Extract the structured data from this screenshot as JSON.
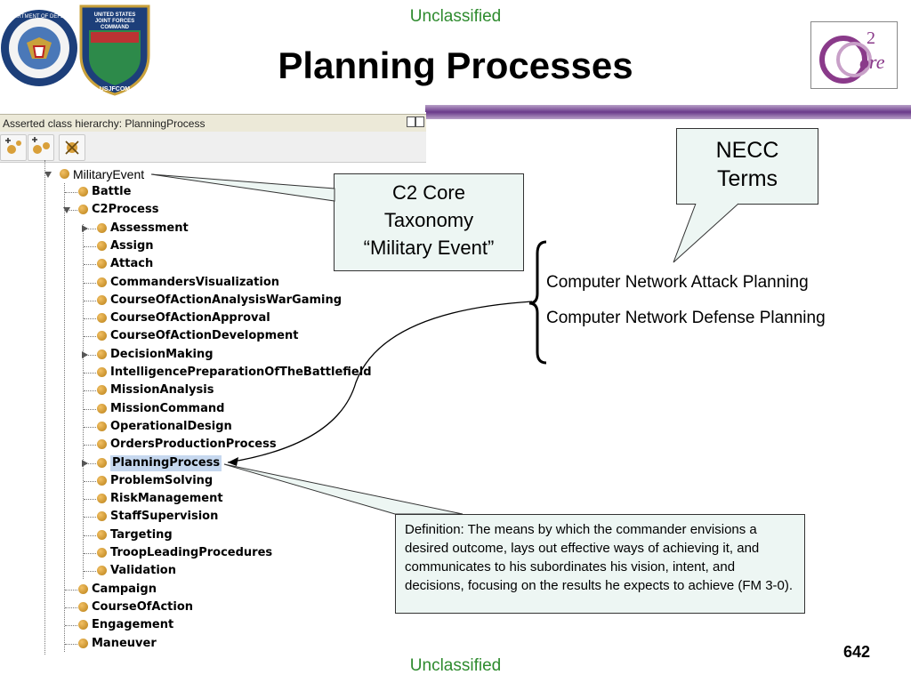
{
  "header": {
    "classification_top": "Unclassified",
    "title": "Planning Processes",
    "logo_dod_label": "DEPARTMENT OF DEFENSE · UNITED STATES OF AMERICA",
    "logo_jfcom_label": "UNITED STATES JOINT FORCES COMMAND",
    "logo_jfcom_bottom": "USJFCOM",
    "logo_c2core_label": "C2 Core"
  },
  "ontology_panel": {
    "header_title": "Asserted class hierarchy: PlanningProcess",
    "root": "MilitaryEvent",
    "level1_before": [
      "Battle"
    ],
    "c2process": "C2Process",
    "c2process_children": [
      "Assessment",
      "Assign",
      "Attach",
      "CommandersVisualization",
      "CourseOfActionAnalysisWarGaming",
      "CourseOfActionApproval",
      "CourseOfActionDevelopment",
      "DecisionMaking",
      "IntelligencePreparationOfTheBattlefield",
      "MissionAnalysis",
      "MissionCommand",
      "OperationalDesign",
      "OrdersProductionProcess",
      "PlanningProcess",
      "ProblemSolving",
      "RiskManagement",
      "StaffSupervision",
      "Targeting",
      "TroopLeadingProcedures",
      "Validation"
    ],
    "level1_after": [
      "Campaign",
      "CourseOfAction",
      "Engagement",
      "Maneuver"
    ],
    "selected": "PlanningProcess"
  },
  "callouts": {
    "c2core": [
      "C2 Core",
      "Taxonomy",
      "“Military Event”"
    ],
    "necc": [
      "NECC",
      "Terms"
    ],
    "definition": "Definition: The means by which the commander envisions a desired outcome, lays out effective ways of achieving it, and communicates to his subordinates his vision, intent, and decisions, focusing on the results he expects to achieve (FM 3-0)."
  },
  "necc_terms": [
    "Computer Network Attack Planning",
    "Computer Network Defense Planning"
  ],
  "footer": {
    "classification_bottom": "Unclassified",
    "page_number": "642"
  },
  "colors": {
    "classification": "#2e8b2e",
    "accent_bar": "#6a3a8a",
    "callout_fill": "#edf6f3",
    "node_dot": "#d9a03a",
    "selection": "#c6d8ef"
  }
}
